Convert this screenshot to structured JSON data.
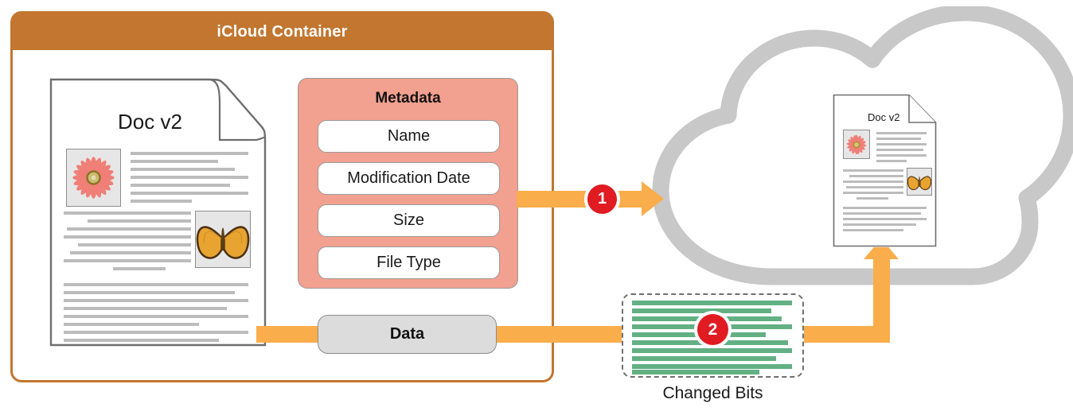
{
  "container": {
    "title": "iCloud Container",
    "header_color": "#c2762f",
    "border_color": "#c2762f"
  },
  "document_local": {
    "title": "Doc v2",
    "images": [
      "flower-image",
      "butterfly-image"
    ]
  },
  "document_cloud": {
    "title": "Doc v2",
    "images": [
      "flower-image",
      "butterfly-image"
    ]
  },
  "metadata": {
    "title": "Metadata",
    "panel_color": "#f2a08f",
    "items": [
      {
        "label": "Name"
      },
      {
        "label": "Modification Date"
      },
      {
        "label": "Size"
      },
      {
        "label": "File Type"
      }
    ]
  },
  "data_pill": {
    "label": "Data",
    "fill_color": "#dcdcdc"
  },
  "changed_bits": {
    "label": "Changed Bits",
    "line_color": "#62b083",
    "border_style": "dashed"
  },
  "steps": [
    {
      "number": "1",
      "color": "#e01b22"
    },
    {
      "number": "2",
      "color": "#e01b22"
    }
  ],
  "flow": {
    "arrow_color": "#f9ad4b"
  },
  "cloud": {
    "name": "icloud-shape",
    "color": "#c8c8c8"
  }
}
